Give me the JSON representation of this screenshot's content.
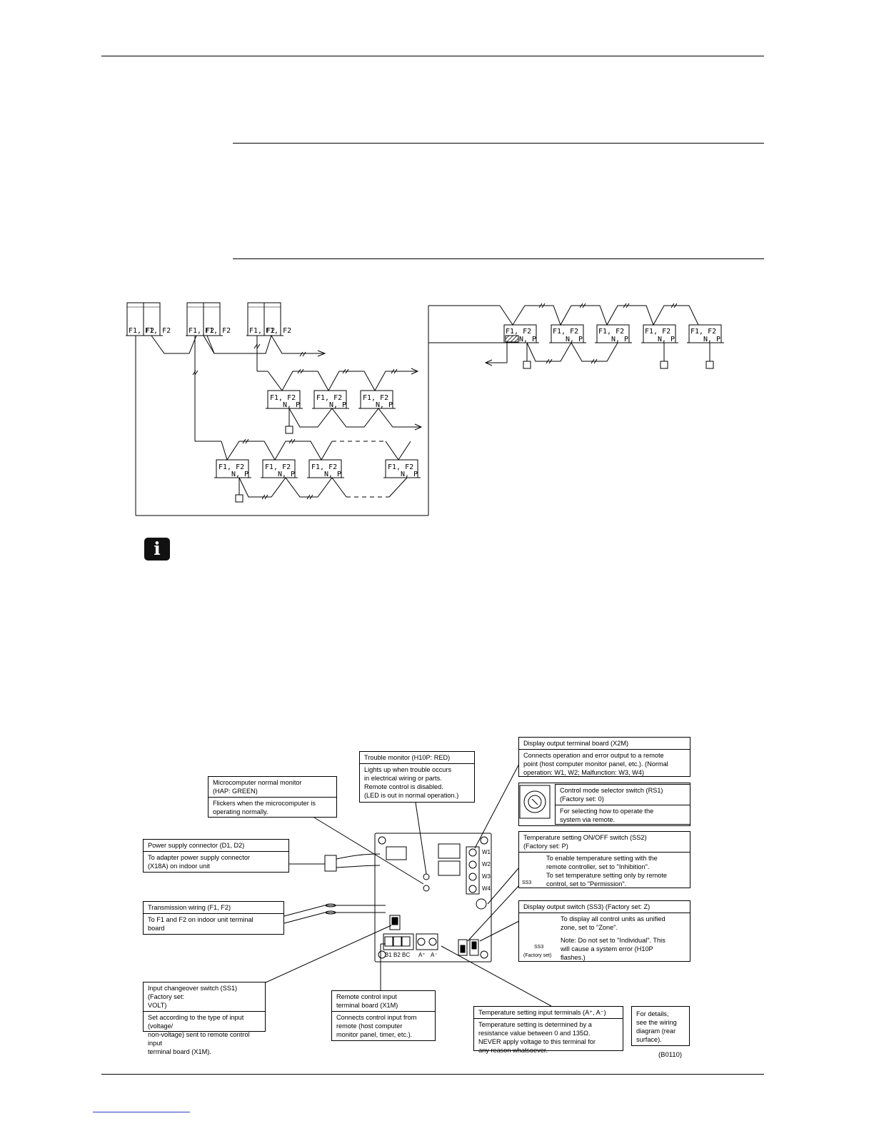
{
  "wiring_diagram": {
    "unit_labels": {
      "outdoor": "F1, F2",
      "indoor_top": "F1, F2",
      "indoor_bottom": "N, P"
    }
  },
  "board_diagram": {
    "callouts": {
      "microcomputer_monitor": {
        "title": "Microcomputer normal monitor\n(HAP: GREEN)",
        "desc": "Flickers when the microcomputer is\noperating normally."
      },
      "trouble_monitor": {
        "title": "Trouble monitor (H10P: RED)",
        "desc": "Lights up when trouble occurs\nin electrical wiring or parts.\nRemote control is disabled.\n(LED is out in normal operation.)"
      },
      "display_output_terminal": {
        "title": "Display output terminal board (X2M)",
        "desc": "Connects operation and error output to a remote\npoint (host computer monitor panel, etc.). (Normal\noperation: W1, W2; Malfunction: W3, W4)"
      },
      "control_mode_selector": {
        "title": "Control mode selector switch (RS1)\n(Factory set: 0)",
        "desc": "For selecting how to operate the\nsystem via remote."
      },
      "temp_setting_switch": {
        "title": "Temperature setting ON/OFF switch (SS2)\n(Factory set: P)",
        "desc": "To enable temperature setting with the\nremote controller, set to \"Inhibition\".\nTo set temperature setting only by remote\ncontrol, set to \"Permission\".",
        "switch_label": "SS3"
      },
      "power_supply_connector": {
        "title": "Power supply connector (D1, D2)",
        "desc": "To adapter power supply connector\n(X18A) on indoor unit"
      },
      "transmission_wiring": {
        "title": "Transmission wiring (F1, F2)",
        "desc": "To F1 and F2 on indoor unit terminal\nboard"
      },
      "display_output_switch": {
        "title": "Display output switch (SS3) (Factory set: Z)",
        "desc": "To display all control units as unified\nzone, set to \"Zone\".",
        "note": "Note:  Do not set to \"Individual\". This\n           will cause a system error (H10P\n           flashes.)",
        "switch_label": "SS3",
        "factory_label": "(Factory set)"
      },
      "input_changeover": {
        "title": "Input changeover switch (SS1) (Factory set:\nVOLT)",
        "desc": "Set according to the type of input (voltage/\nnon-voltage) sent to remote control input\nterminal board (X1M)."
      },
      "remote_control_input": {
        "title": "Remote control input\nterminal board (X1M)",
        "desc": "Connects control input from\nremote (host computer\nmonitor panel, timer, etc.)."
      },
      "temp_setting_input": {
        "title": "Temperature setting input terminals (A⁺, A⁻)",
        "desc": "Temperature setting is determined by a\nresistance value between 0 and 135Ω.\nNEVER apply voltage to this terminal for\nany reason whatsoever."
      },
      "details": {
        "desc": "For details,\nsee the wiring\ndiagram (rear\nsurface)."
      }
    },
    "board_labels": {
      "w1": "W1",
      "w2": "W2",
      "w3": "W3",
      "w4": "W4",
      "b1": "B1",
      "b2": "B2",
      "bc": "BC",
      "a_plus": "A⁺",
      "a_minus": "A⁻"
    },
    "figure_id": "(B0110)"
  }
}
